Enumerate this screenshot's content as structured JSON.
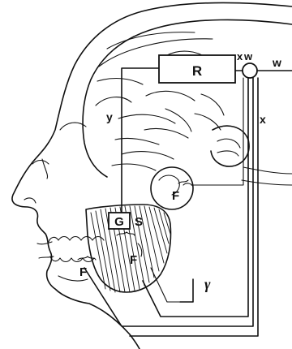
{
  "labels": {
    "R": "R",
    "x_top": "x",
    "w_top": "w",
    "w_right": "w",
    "y": "y",
    "x_right": "x",
    "F_ear": "F",
    "G": "G",
    "S": "S",
    "F_muscle": "F",
    "F_jaw": "F",
    "gamma": "γ"
  }
}
